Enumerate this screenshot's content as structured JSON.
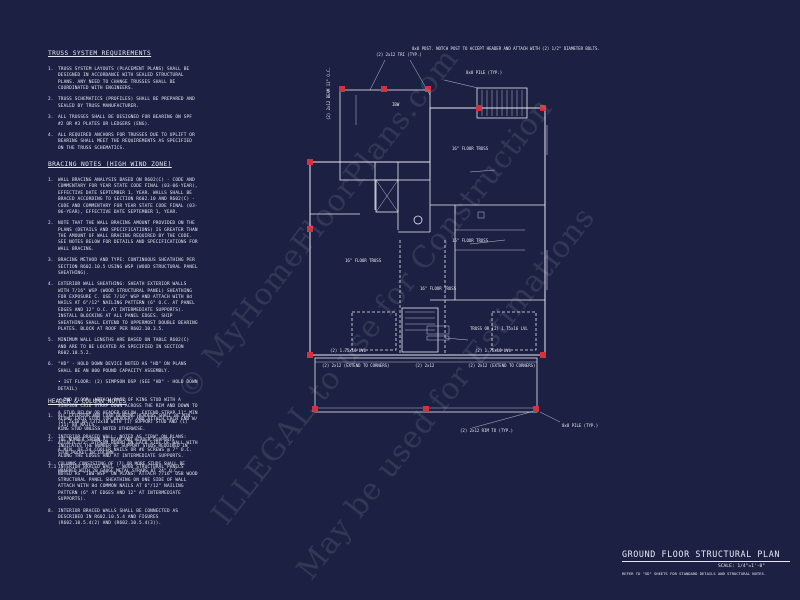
{
  "truss": {
    "heading": "TRUSS SYSTEM REQUIREMENTS",
    "items": [
      "TRUSS SYSTEM LAYOUTS (PLACEMENT PLANS) SHALL BE DESIGNED IN ACCORDANCE WITH SEALED STRUCTURAL PLANS. ANY NEED TO CHANGE TRUSSES SHALL BE COORDINATED WITH ENGINEERS.",
      "TRUSS SCHEMATICS (PROFILES) SHALL BE PREPARED AND SEALED BY TRUSS MANUFACTURER.",
      "ALL TRUSSES SHALL BE DESIGNED FOR BEARING ON SPF #2 OR #3 PLATES OR LEDGERS (ENG).",
      "ALL REQUIRED ANCHORS FOR TRUSSES DUE TO UPLIFT OR BEARING SHALL MEET THE REQUIREMENTS AS SPECIFIED ON THE TRUSS SCHEMATICS."
    ]
  },
  "bracing": {
    "heading": "BRACING NOTES (HIGH WIND ZONE)",
    "items": [
      {
        "n": "1.",
        "t": "WALL BRACING ANALYSIS BASED ON R602(C) - CODE AND COMMENTARY FOR YEAR STATE CODE FINAL (03-06-YEAR), EFFECTIVE DATE SEPTEMBER 1, YEAR. WALLS SHALL BE BRACED ACCORDING TO SECTION R602.10 AND R602(C) - CODE AND COMMENTARY FOR YEAR STATE CODE FINAL (03-06-YEAR), EFFECTIVE DATE SEPTEMBER 1, YEAR."
      },
      {
        "n": "2.",
        "t": "NOTE THAT THE WALL BRACING AMOUNT PROVIDED ON THE PLANS (DETAILS AND SPECIFICATIONS) IS GREATER THAN THE AMOUNT OF WALL BRACING REQUIRED BY THE CODE. SEE NOTES BELOW FOR DETAILS AND SPECIFICATIONS FOR WALL BRACING."
      },
      {
        "n": "3.",
        "t": "BRACING METHOD AND TYPE: CONTINUOUS SHEATHING PER SECTION R602.10.5 USING WSP (WOOD STRUCTURAL PANEL SHEATHING)."
      },
      {
        "n": "4.",
        "t": "EXTERIOR WALL SHEATHING: SHEATH EXTERIOR WALLS WITH 7/16\" WSP (WOOD STRUCTURAL PANEL) SHEATHING FOR EXPOSURE C. USE 7/16\" WSP AND ATTACH WITH 8d NAILS AT 6\"/12\" NAILING PATTERN (6\" O.C. AT PANEL EDGES AND 12\" O.C. AT INTERMEDIATE SUPPORTS). INSTALL BLOCKING AT ALL PANEL EDGES. SHIP SHEATHING SHALL EXTEND TO UPPERMOST DOUBLE BEARING PLATES. BLOCK AT ROOF PER R602.10.3.5."
      },
      {
        "n": "5.",
        "t": "MINIMUM WALL LENGTHS ARE BASED ON TABLE R602(C) AND ARE TO BE LOCATED AS SPECIFIED IN SECTION R602.10.5.2."
      },
      {
        "n": "6.",
        "t": "\"HD\" - HOLD DOWN DEVICE NOTED AS \"HD\" ON PLANS SHALL BE AN 800 POUND CAPACITY ASSEMBLY."
      },
      {
        "n": "",
        "t": "• 1ST FLOOR: (2) SIMPSON DSP (SEE \"HD\" - HOLD DOWN DETAIL)"
      },
      {
        "n": "",
        "t": "• 2ND FLOOR: ATTACH BASE OF KING STUD WITH A SIMPSON CS16 STRAP DOWN ACROSS THE RIM AND DOWN TO A STUD BELOW OR HEADER BELOW. EXTEND STRAP 11\" MIN ALONG EACH STUD (OR HEADER) AND ATTACH EACH END W/ (11) 8d NAILS."
      },
      {
        "n": "7.",
        "t": "INTERIOR BRACED WALL: NOTED AS \"IBW\" ON PLANS: ATTACH 1/2\" GYPSUM BOARD ON EACH SIDE OF WALL WITH A MIN. OF 5d COOLER NAILS OR #6 SCREWS @ 7\" O.C. ALONG THE EDGES AND AT INTERMEDIATE SUPPORTS."
      },
      {
        "n": "7.1",
        "t": "INTERIOR BRACED WALL - WOOD STRUCTURAL PANELS NOTED AS \"IBW-WSP\" ON PLANS: ATTACH 7/16\" OSB WOOD STRUCTURAL PANEL SHEATHING ON ONE SIDE OF WALL ATTACH WITH 8d COMMON NAILS AT 6\"/12\" NAILING PATTERN (6\" AT EDGES AND 12\" AT INTERMEDIATE SUPPORTS)."
      },
      {
        "n": "8.",
        "t": "INTERIOR BRACED WALLS SHALL BE CONNECTED AS DESCRIBED IN R602.10.5.4 AND FIGURES (R602.10.5.4(2) AND (R602.10.5.4(3))."
      }
    ]
  },
  "header_notes": {
    "heading": "HEADER & COLUMN NOTES",
    "items": [
      {
        "n": "1.",
        "t": "ALL EXTERIOR AND LOAD BEARING HEADERS SHALL BE MIN. (2) 2x10 OR (3)2x10 WITH (1) SUPPORT STUD AND (1) KING STUD UNLESS NOTED OTHERWISE."
      },
      {
        "n": "2.",
        "t": "THE NUMBER SHOWN AT BEAM AND HEADER SUPPORTS INDICATES THE NUMBER OF SUPPORT STUDS REQUIRED IN STUD POCKET OR COLUMN."
      },
      {
        "n": "3.",
        "t": "COLUMNS CONSISTING OF (7) OR MORE STUDS SHALL BE WRAPPED WITH 20 GAUGE METAL STRAPS AT 24\" O.C."
      }
    ]
  },
  "plan_labels": {
    "top_tri": "(2) 2x12 TRI (TYP.)",
    "post_notch": "8x8 POST. NOTCH POST TO ACCEPT HEADER AND ATTACH WITH (2) 1/2\" DIAMETER BOLTS.",
    "pile_top": "8x8 PILE (TYP.)",
    "floor_truss_1": "16\" FLOOR TRUSS",
    "floor_truss_2": "16\" FLOOR TRUSS",
    "floor_truss_3": "16\" FLOOR TRUSS",
    "floor_truss_4": "16\" FLOOR TRUSS",
    "lvl_left": "(2) 1.75x16 LVL",
    "lvl_right": "(2) 1.75x16 LVL",
    "truss_or": "TRUSS OR (2) 1.75x16 LVL",
    "extend_left": "(2) 2x12 (EXTEND TO CORNERS)",
    "extend_right": "(2) 2x12 (EXTEND TO CORNERS)",
    "header_mid": "(2) 2x12",
    "rim_typ": "(2) 2x12 RIM TO (TYP.)",
    "pile_bot": "8x8 PILE (TYP.)",
    "vert_left": "(2) 2x12 BEAM 11\" O.C.",
    "ibw": "IBW"
  },
  "title_block": {
    "title": "GROUND FLOOR STRUCTURAL PLAN",
    "scale": "SCALE: 1/4\"=1'-0\"",
    "refer": "REFER TO \"SD\" SHEETS FOR STANDARD DETAILS AND STRUCTURAL NOTES."
  },
  "watermark": {
    "lines": [
      "© MyHomeFloorPlans.com",
      "ILLEGAL to use for Construction",
      "May be used for Estimations"
    ]
  },
  "colors": {
    "background": "#1c2143",
    "linework": "#e6e8f2",
    "accent_red": "#d0323e"
  }
}
